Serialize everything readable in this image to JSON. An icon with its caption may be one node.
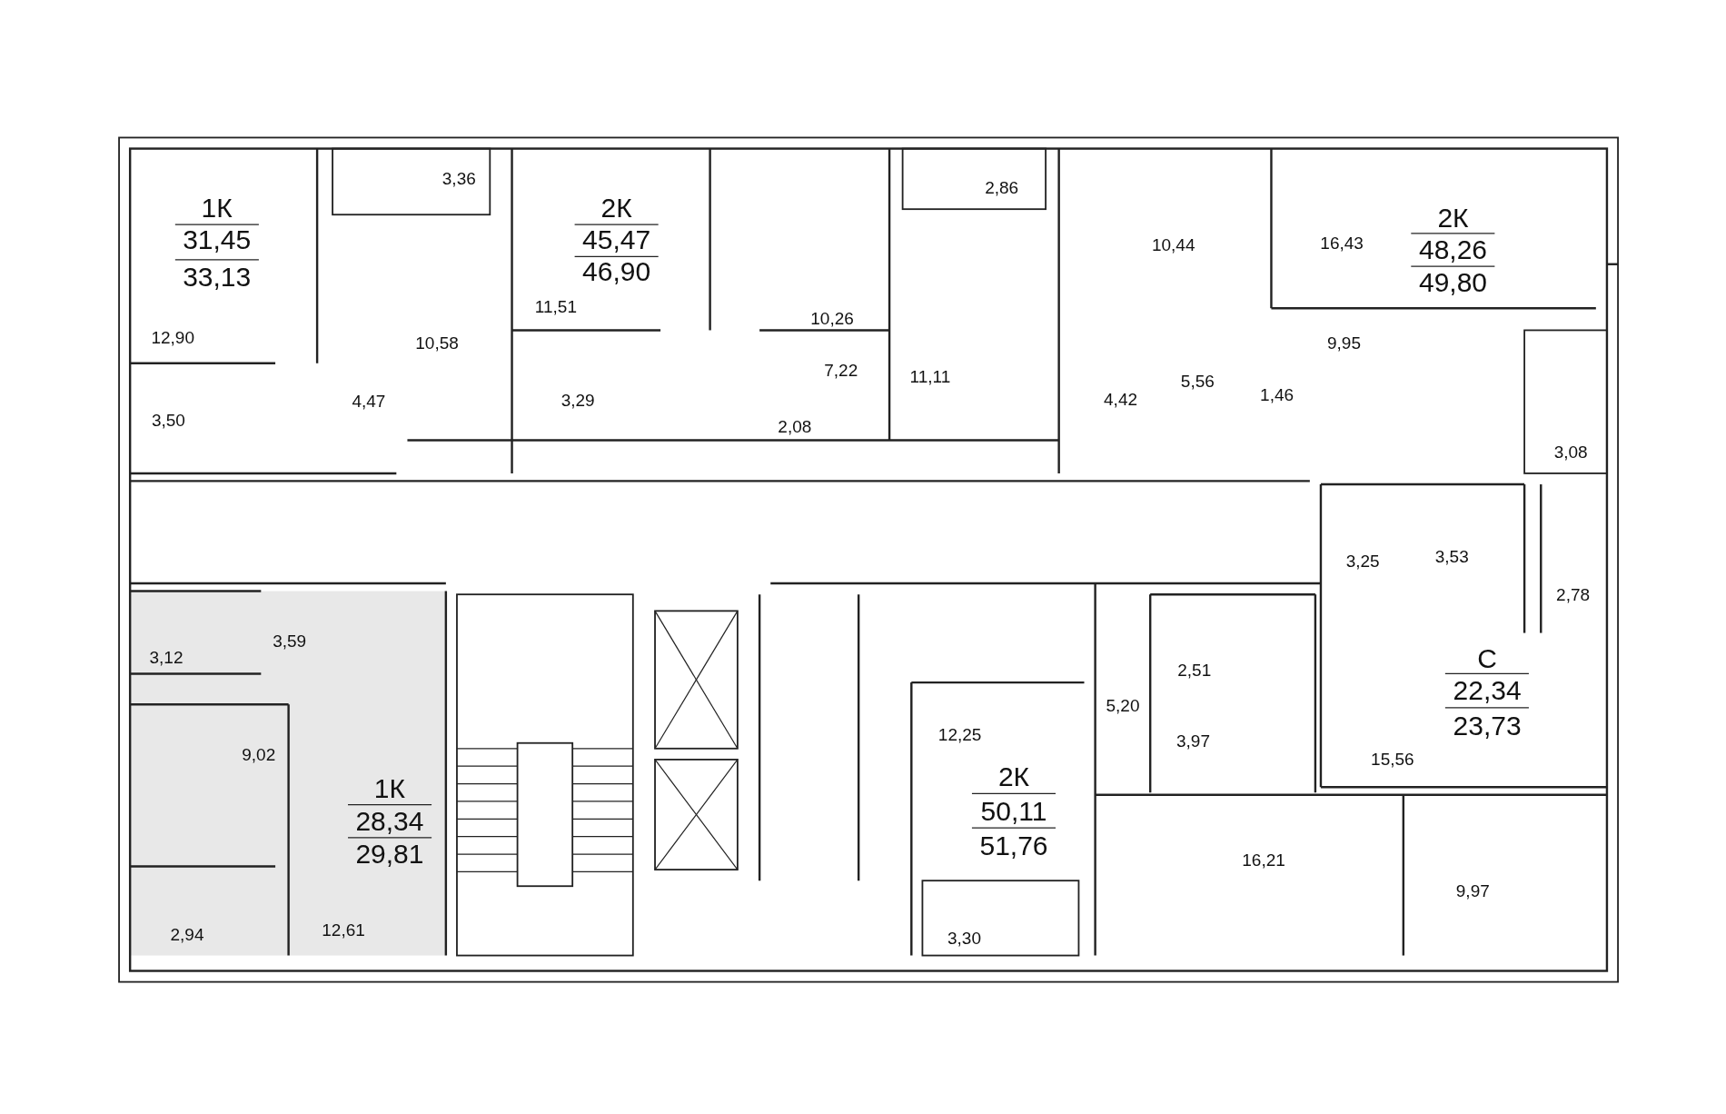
{
  "diagram": {
    "labels": [
      "1К",
      "31,45",
      "33,13",
      "3,36",
      "2К",
      "45,47",
      "46,90",
      "2,86",
      "10,44",
      "16,43",
      "2К",
      "48,26",
      "49,80",
      "12,90",
      "10,58",
      "11,51",
      "10,26",
      "7,22",
      "11,11",
      "5,56",
      "9,95",
      "3,50",
      "4,47",
      "3,29",
      "2,08",
      "4,42",
      "1,46",
      "3,08",
      "3,25",
      "3,53",
      "2,78",
      "3,59",
      "3,12",
      "С",
      "22,34",
      "23,73",
      "2,51",
      "5,20",
      "9,02",
      "12,25",
      "3,97",
      "15,56",
      "1К",
      "28,34",
      "29,81",
      "2К",
      "50,11",
      "51,76",
      "16,21",
      "9,97",
      "2,94",
      "12,61",
      "3,30"
    ]
  }
}
